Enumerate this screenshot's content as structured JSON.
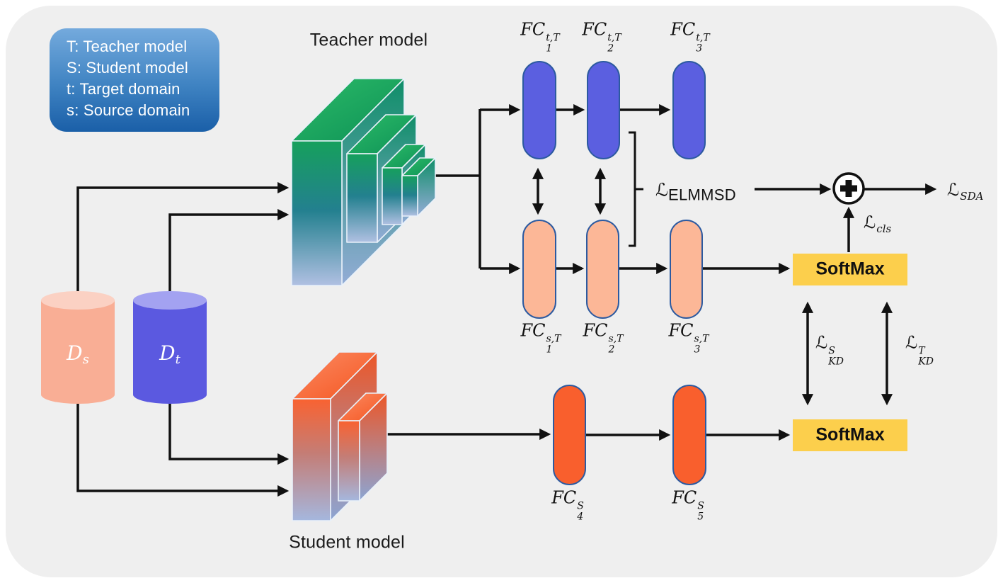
{
  "legend": {
    "lines": [
      "T: Teacher model",
      "S: Student model",
      "t: Target domain",
      "s: Source domain"
    ]
  },
  "models": {
    "teacher_title": "Teacher model",
    "student_title": "Student model"
  },
  "cylinders": {
    "source": {
      "base": "D",
      "sub": "s"
    },
    "target": {
      "base": "D",
      "sub": "t"
    }
  },
  "fc": {
    "teacher_target": [
      {
        "base": "FC",
        "sub": "1",
        "sup": "t,T"
      },
      {
        "base": "FC",
        "sub": "2",
        "sup": "t,T"
      },
      {
        "base": "FC",
        "sub": "3",
        "sup": "t,T"
      }
    ],
    "teacher_source": [
      {
        "base": "FC",
        "sub": "1",
        "sup": "s,T"
      },
      {
        "base": "FC",
        "sub": "2",
        "sup": "s,T"
      },
      {
        "base": "FC",
        "sub": "3",
        "sup": "s,T"
      }
    ],
    "student": [
      {
        "base": "FC",
        "sub": "4",
        "sup": "S"
      },
      {
        "base": "FC",
        "sub": "5",
        "sup": "S"
      }
    ]
  },
  "softmax": {
    "teacher": "SoftMax",
    "student": "SoftMax"
  },
  "losses": {
    "elmmsd": {
      "base": "ℒ",
      "sub": "ELMMSD"
    },
    "cls": {
      "base": "ℒ",
      "sub": "cls"
    },
    "sda": {
      "base": "ℒ",
      "sub": "SDA"
    },
    "kd_student": {
      "base": "ℒ",
      "sub": "KD",
      "sup": "S"
    },
    "kd_teacher": {
      "base": "ℒ",
      "sub": "KD",
      "sup": "T"
    }
  },
  "icons": {
    "sum": "plus-circle"
  },
  "colors": {
    "board_bg": "#efefef",
    "legend_top": "#74aadd",
    "legend_bottom": "#1a5fa8",
    "pill_target": "#5b5fe0",
    "pill_source": "#fcb797",
    "pill_student": "#f95f2d",
    "pill_border": "#2c5aa0",
    "softmax": "#fccf4c",
    "cyl_source": "#f9ae95",
    "cyl_source_top": "#fbd1c3",
    "cyl_target": "#5b59e0",
    "cyl_target_top": "#a3a2f1",
    "arrow": "#111111"
  }
}
